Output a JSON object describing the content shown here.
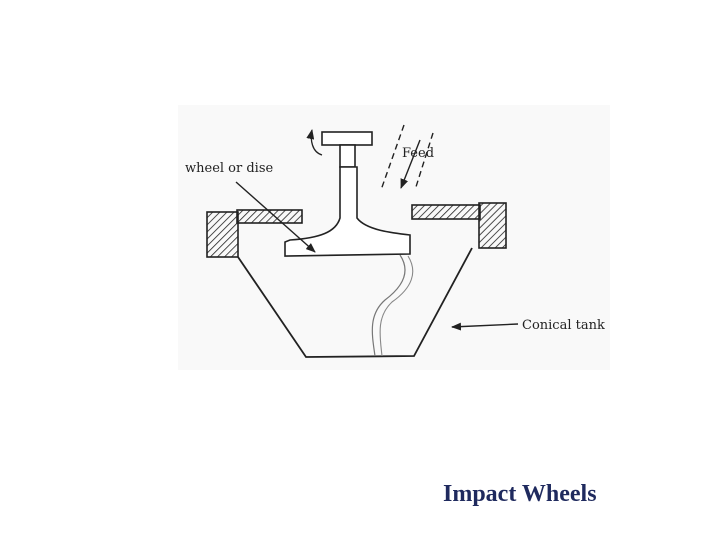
{
  "diagram": {
    "labels": {
      "wheel": "wheel or dise",
      "feed": "Feed",
      "tank": "Conical tank"
    }
  },
  "caption": "Impact Wheels",
  "colors": {
    "ink": "#222222",
    "caption": "#1f2a5e",
    "scan_background": "#f9f9f9"
  }
}
